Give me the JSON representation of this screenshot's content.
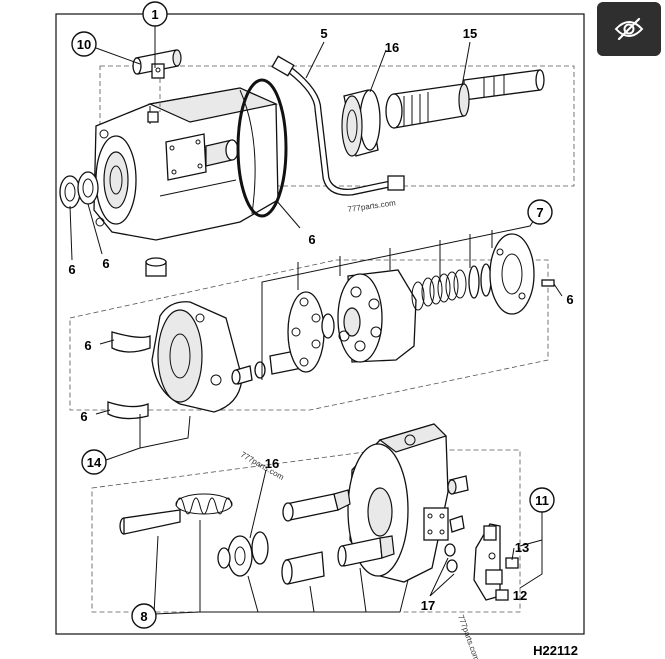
{
  "callouts": {
    "c1": "1",
    "c5": "5",
    "c6a": "6",
    "c6b": "6",
    "c6c": "6",
    "c6d": "6",
    "c6e": "6",
    "c6f": "6",
    "c7": "7",
    "c8": "8",
    "c10": "10",
    "c11": "11",
    "c12": "12",
    "c13": "13",
    "c14": "14",
    "c15": "15",
    "c16a": "16",
    "c16b": "16",
    "c17": "17"
  },
  "watermarks": {
    "w1": "777parts.com",
    "w2": "777parts.com",
    "w3": "777parts.com"
  },
  "diagram_id": "H22112",
  "toolbar": {
    "icon": "eye-off-icon"
  },
  "colors": {
    "line": "#111111",
    "button_bg": "#2f2f2f",
    "button_icon": "#ffffff"
  }
}
